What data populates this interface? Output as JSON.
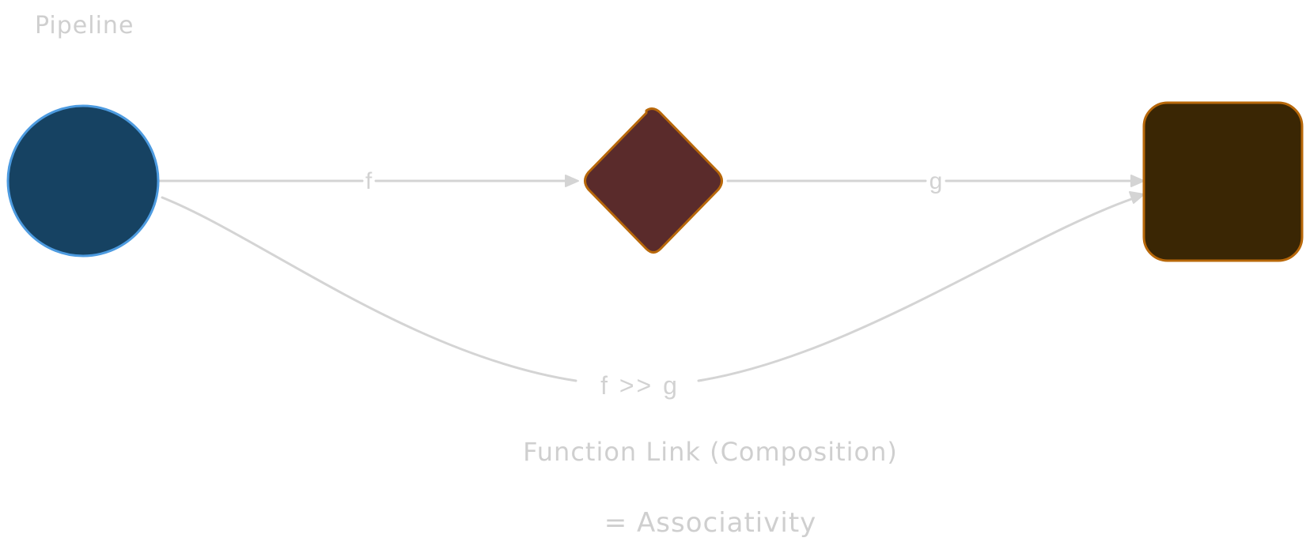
{
  "diagram": {
    "title": "Pipeline",
    "colors": {
      "circle_fill": "#164262",
      "circle_stroke": "#4d9be0",
      "diamond_fill": "#5a2b2b",
      "diamond_stroke": "#b8680a",
      "square_fill": "#3a2604",
      "square_stroke": "#b8680a",
      "edge": "#d4d4d4",
      "text": "#cfcfcf"
    },
    "edges": {
      "f_label": "f",
      "g_label": "g",
      "composed_label": "f >> g"
    },
    "caption": {
      "line1": "Function Link (Composition)",
      "line2": "= Associativity"
    }
  }
}
